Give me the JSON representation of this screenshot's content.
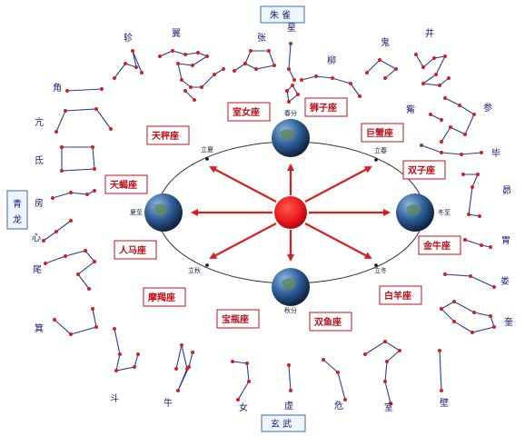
{
  "guardians": {
    "south": "朱 雀",
    "north": "玄 武",
    "east": [
      "青",
      "龙"
    ]
  },
  "mansions": {
    "jiao": "角",
    "kang": "亢",
    "di": "氐",
    "fang": "房",
    "xin": "心",
    "wei": "尾",
    "ji": "箕",
    "dou": "斗",
    "niu": "牛",
    "nv": "女",
    "xu": "虚",
    "wei2": "危",
    "shi": "室",
    "bi": "壁",
    "kui": "奎",
    "lou": "娄",
    "wei3": "胃",
    "mao": "昴",
    "bi2": "毕",
    "zi": "觜",
    "shen": "参",
    "jing": "井",
    "gui": "鬼",
    "liu": "柳",
    "xing": "星",
    "zhang": "张",
    "yi": "翼",
    "zhen": "轸"
  },
  "seasons": {
    "chunfen": "春分",
    "qiufen": "秋分",
    "xiazhi": "夏至",
    "dongzhi": "冬至",
    "lixia": "立夏",
    "lichun": "立春",
    "liqiu": "立秋",
    "lidong": "立冬"
  },
  "zodiac": {
    "tiancheng": "天秤座",
    "shinv": "室女座",
    "shizi": "狮子座",
    "juxie": "巨蟹座",
    "tianxie": "天蝎座",
    "shuangzi": "双子座",
    "renma": "人马座",
    "jinniu": "金牛座",
    "mojie": "摩羯座",
    "baiyang": "白羊座",
    "baoping": "宝瓶座",
    "shuangyu": "双鱼座"
  },
  "colors": {
    "sun": "#e8161a",
    "arrow": "#d81e1e",
    "ocean": "#2f5f9a",
    "land": "#5d8a5a",
    "box_border": "#c0101a",
    "label_blue": "#1a1a7a",
    "star_line": "#2a3aa0",
    "star_dot": "#d0202a"
  }
}
